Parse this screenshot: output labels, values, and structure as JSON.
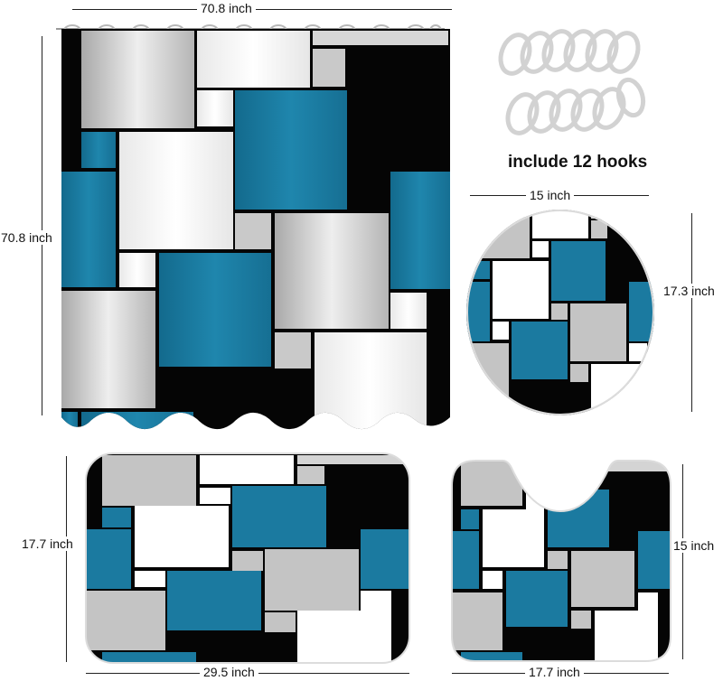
{
  "dimensions": {
    "curtain_width": "70.8 inch",
    "curtain_height": "70.8 inch",
    "lid_width": "15 inch",
    "lid_height": "17.3 inch",
    "bath_mat_height": "17.7 inch",
    "bath_mat_width": "29.5 inch",
    "contour_mat_height": "15 inch",
    "contour_mat_width": "17.7 inch"
  },
  "hooks_caption": "include 12 hooks",
  "colors": {
    "teal": "#1b7aa0",
    "black": "#050505",
    "gray": "#c4c4c4",
    "light_gray": "#e4e4e4",
    "white": "#ffffff"
  }
}
